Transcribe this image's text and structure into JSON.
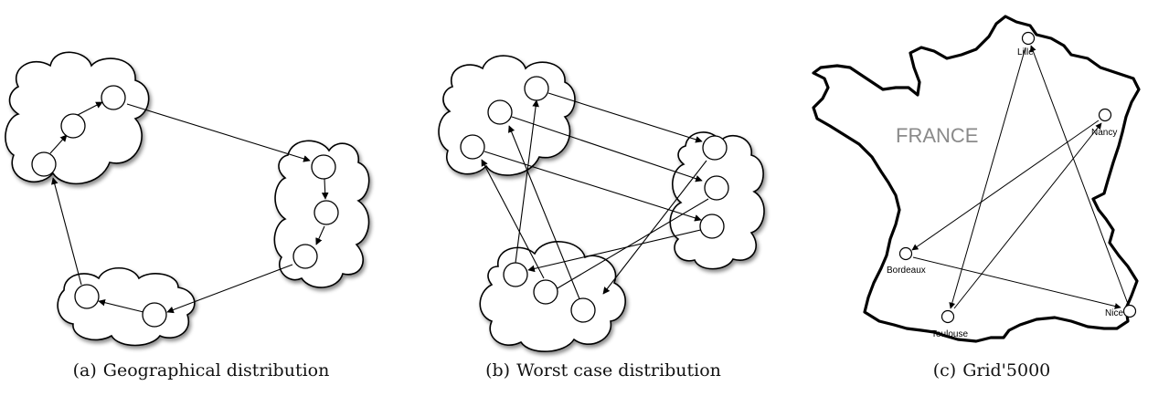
{
  "figure": {
    "captions": {
      "a": {
        "tag": "(a)",
        "text": "Geographical distribution"
      },
      "b": {
        "tag": "(b)",
        "text": "Worst case distribution"
      },
      "c": {
        "tag": "(c)",
        "text": "Grid'5000"
      }
    },
    "map": {
      "country_label": "FRANCE",
      "cities": {
        "lille": "Lille",
        "nancy": "Nancy",
        "bordeaux": "Bordeaux",
        "toulouse": "Toulouse",
        "nice": "Nice"
      }
    }
  },
  "colors": {
    "stroke": "#000000",
    "node_fill": "#ffffff",
    "cloud_fill": "#ffffff",
    "country_label": "#8a8a8a",
    "map_fill": "#ffffff"
  }
}
